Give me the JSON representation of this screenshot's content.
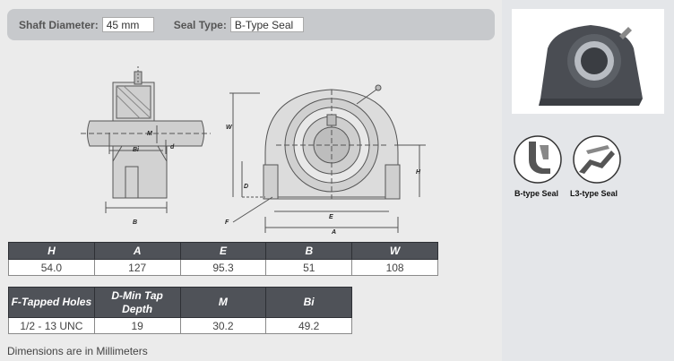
{
  "filters": {
    "shaft_diameter_label": "Shaft Diameter:",
    "shaft_diameter_value": "45 mm",
    "seal_type_label": "Seal Type:",
    "seal_type_value": "B-Type Seal"
  },
  "drawing": {
    "labels": {
      "M": "M",
      "Bi": "Bi",
      "d": "d",
      "B": "B",
      "W": "W",
      "D": "D",
      "H": "H",
      "E": "E",
      "A": "A",
      "F": "F"
    }
  },
  "table1": {
    "headers": [
      "H",
      "A",
      "E",
      "B",
      "W"
    ],
    "values": [
      "54.0",
      "127",
      "95.3",
      "51",
      "108"
    ]
  },
  "table2": {
    "headers": [
      "F-Tapped Holes",
      "D-Min Tap Depth",
      "M",
      "Bi"
    ],
    "values": [
      "1/2 - 13 UNC",
      "19",
      "30.2",
      "49.2"
    ]
  },
  "footnote": "Dimensions are in Millimeters",
  "seals": {
    "b_type": "B-type Seal",
    "l3_type": "L3-type Seal"
  },
  "colors": {
    "header_bg": "#4f5258",
    "panel_bg": "#ebebeb",
    "side_bg": "#e4e6e9",
    "filter_bar": "#c7c9cc"
  }
}
